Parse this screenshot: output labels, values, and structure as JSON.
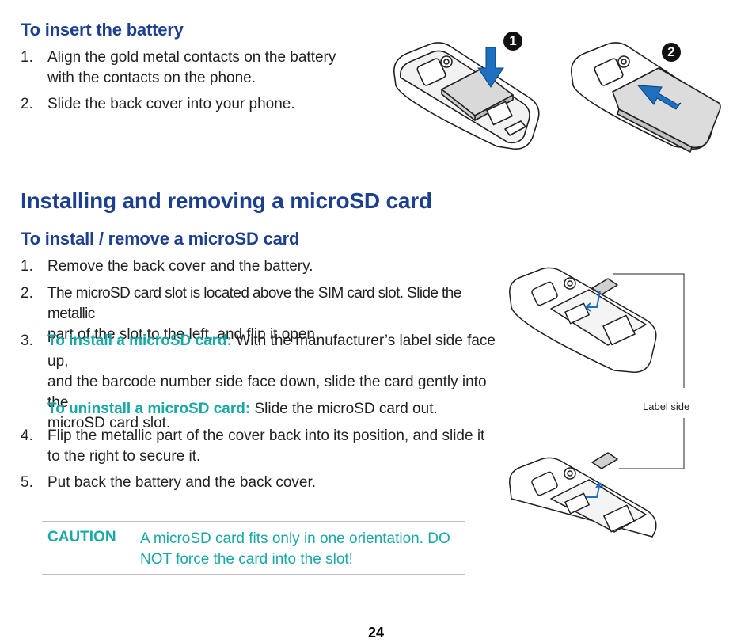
{
  "battery": {
    "heading": "To insert the battery",
    "steps": [
      {
        "num": "1.",
        "line1": "Align the gold metal contacts on the battery",
        "line2": "with the contacts on the phone."
      },
      {
        "num": "2.",
        "line1": "Slide the back cover into your phone."
      }
    ],
    "callouts": [
      "1",
      "2"
    ]
  },
  "microsd": {
    "heading": "Installing and removing a microSD card",
    "subheading": "To install / remove a microSD card",
    "steps": [
      {
        "num": "1.",
        "line1": "Remove the back cover and the battery."
      },
      {
        "num": "2.",
        "line1": "The microSD card slot is located above the SIM card slot. Slide the metallic",
        "line2": "part of the slot to the left, and flip it open."
      },
      {
        "num": "3.",
        "lead": "To install a microSD card:",
        "line1": " With the manufacturer’s label side face up,",
        "line2": "and the barcode number side face down, slide the card gently into the",
        "line3": "microSD card slot."
      },
      {
        "lead": "To uninstall a microSD card:",
        "line1": " Slide the microSD card out."
      },
      {
        "num": "4.",
        "line1": "Flip the metallic part of the cover back into its position, and slide it",
        "line2": "to the right to secure it."
      },
      {
        "num": "5.",
        "line1": "Put back the battery and the back cover."
      }
    ],
    "label_side": "Label side"
  },
  "caution": {
    "label": "CAUTION",
    "line1": "A microSD card fits only in one orientation. DO",
    "line2": "NOT force the card into the slot!"
  },
  "page_number": "24"
}
